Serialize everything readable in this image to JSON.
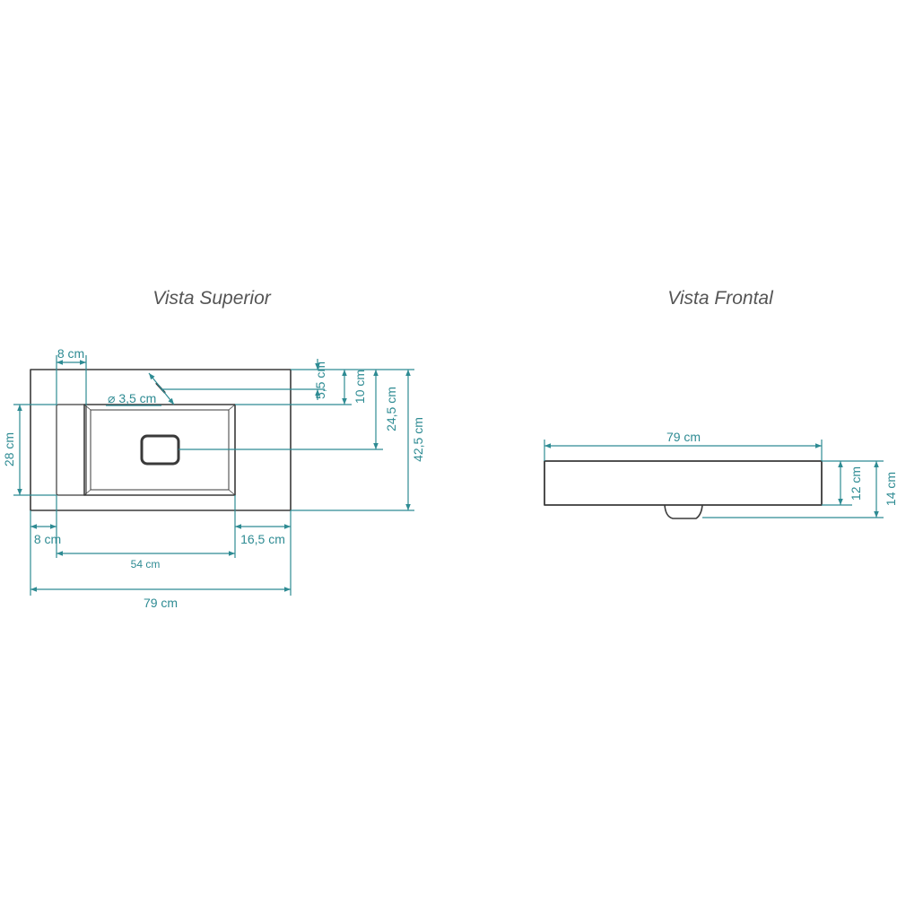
{
  "colors": {
    "outline": "#3a3a3a",
    "dimension": "#2e8b93",
    "title": "#555555"
  },
  "views": {
    "top": {
      "title": "Vista Superior",
      "dims": {
        "top_left_width": "8 cm",
        "tap_hole": "⌀ 3,5 cm",
        "tap_offset": "5,5 cm",
        "basin_offset": "10 cm",
        "drain_offset": "24,5 cm",
        "total_depth": "42,5 cm",
        "basin_depth": "28 cm",
        "bottom_left_width": "8 cm",
        "basin_width": "54 cm",
        "right_margin": "16,5 cm",
        "total_width": "79 cm"
      }
    },
    "front": {
      "title": "Vista Frontal",
      "dims": {
        "total_width": "79 cm",
        "body_height": "12 cm",
        "total_height": "14 cm"
      }
    }
  }
}
